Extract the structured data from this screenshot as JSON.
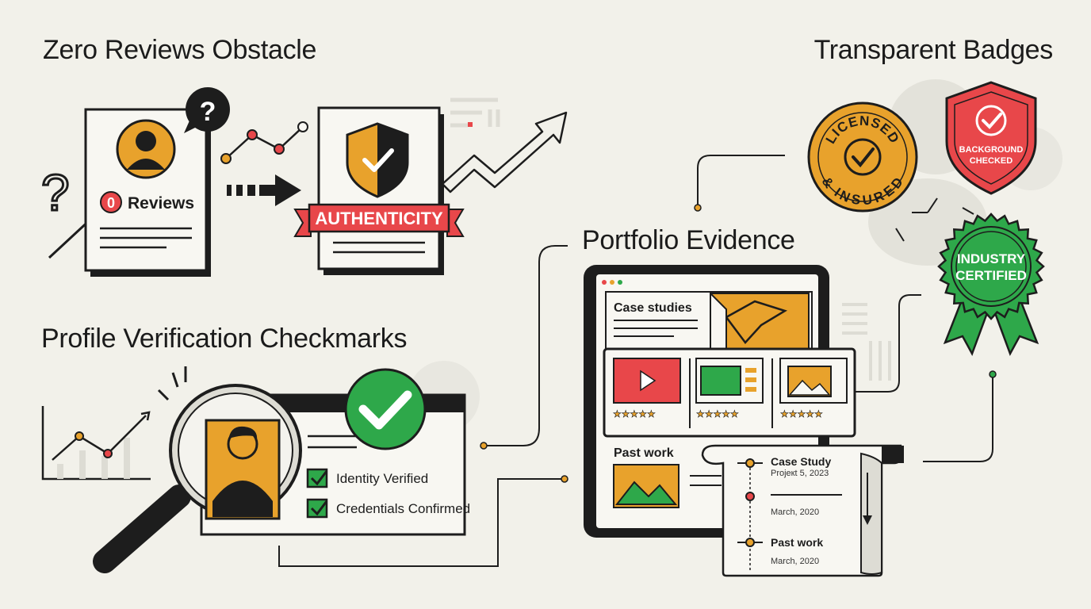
{
  "colors": {
    "background": "#f2f1ea",
    "ink": "#1d1d1d",
    "accent_orange": "#e8a22c",
    "accent_red": "#e8474a",
    "accent_green": "#2ea84a"
  },
  "sections": {
    "zero_reviews": {
      "title": "Zero Reviews Obstacle",
      "review_count": "0",
      "review_label": "Reviews",
      "banner": "AUTHENTICITY"
    },
    "verification": {
      "title": "Profile Verification Checkmarks",
      "checks": [
        "Identity Verified",
        "Credentials Confirmed"
      ]
    },
    "portfolio": {
      "title": "Portfolio Evidence",
      "case_studies_label": "Case studies",
      "past_work_label": "Past work",
      "timeline": [
        {
          "title": "Case Study",
          "sub": "Projeкt 5, 2023"
        },
        {
          "title": "",
          "sub": "March, 2020"
        },
        {
          "title": "Past work",
          "sub": "March, 2020"
        }
      ]
    },
    "badges": {
      "title": "Transparent Badges",
      "licensed_top": "LICENSED",
      "licensed_bottom": "& INSURED",
      "background_checked": [
        "BACKGROUND",
        "CHECKED"
      ],
      "industry_certified": [
        "INDUSTRY",
        "CERTIFIED"
      ]
    }
  },
  "icons": [
    "question-mark-icon",
    "user-avatar-icon",
    "arrow-right-icon",
    "shield-check-icon",
    "growth-arrow-icon",
    "magnifying-glass-icon",
    "checkmark-icon",
    "play-icon",
    "image-icon",
    "star-icon",
    "ribbon-icon"
  ]
}
